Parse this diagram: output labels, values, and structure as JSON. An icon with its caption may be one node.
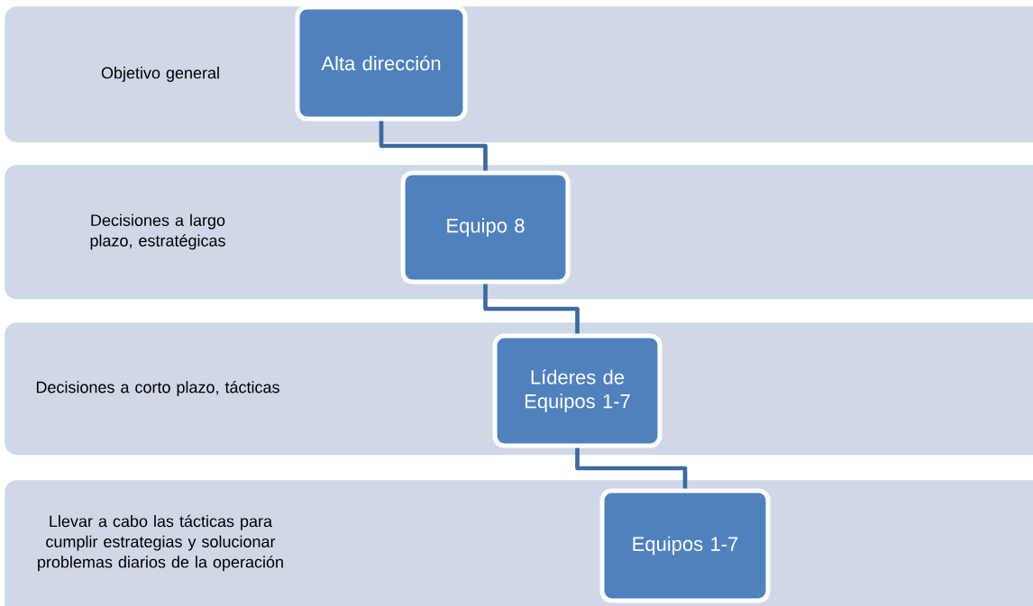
{
  "diagram": {
    "nodes": [
      {
        "text": [
          "Objetivo general"
        ]
      },
      {
        "text": [
          "Alta dirección"
        ],
        "in": 0
      },
      {
        "text": [
          "Decisiones a largo plazo, estratégicas"
        ]
      },
      {
        "text": [
          "Equipo 8"
        ],
        "in": 2
      },
      {
        "text": [
          "Decisiones a corto plazo, tácticas"
        ]
      },
      {
        "text": [
          "Líderes de Equipos 1-7"
        ],
        "in": 4
      },
      {
        "text": [
          "Llevar a cabo las tácticas para cumplir estrategias y solucionar problemas diarios de la operación"
        ]
      },
      {
        "text": [
          "Equipos 1-7"
        ],
        "in": 6
      }
    ],
    "edges": [
      {
        "from": 1,
        "to": 3,
        "arrow": "none"
      },
      {
        "from": 3,
        "to": 5,
        "arrow": "none"
      },
      {
        "from": 5,
        "to": 7,
        "arrow": "none"
      }
    ]
  }
}
